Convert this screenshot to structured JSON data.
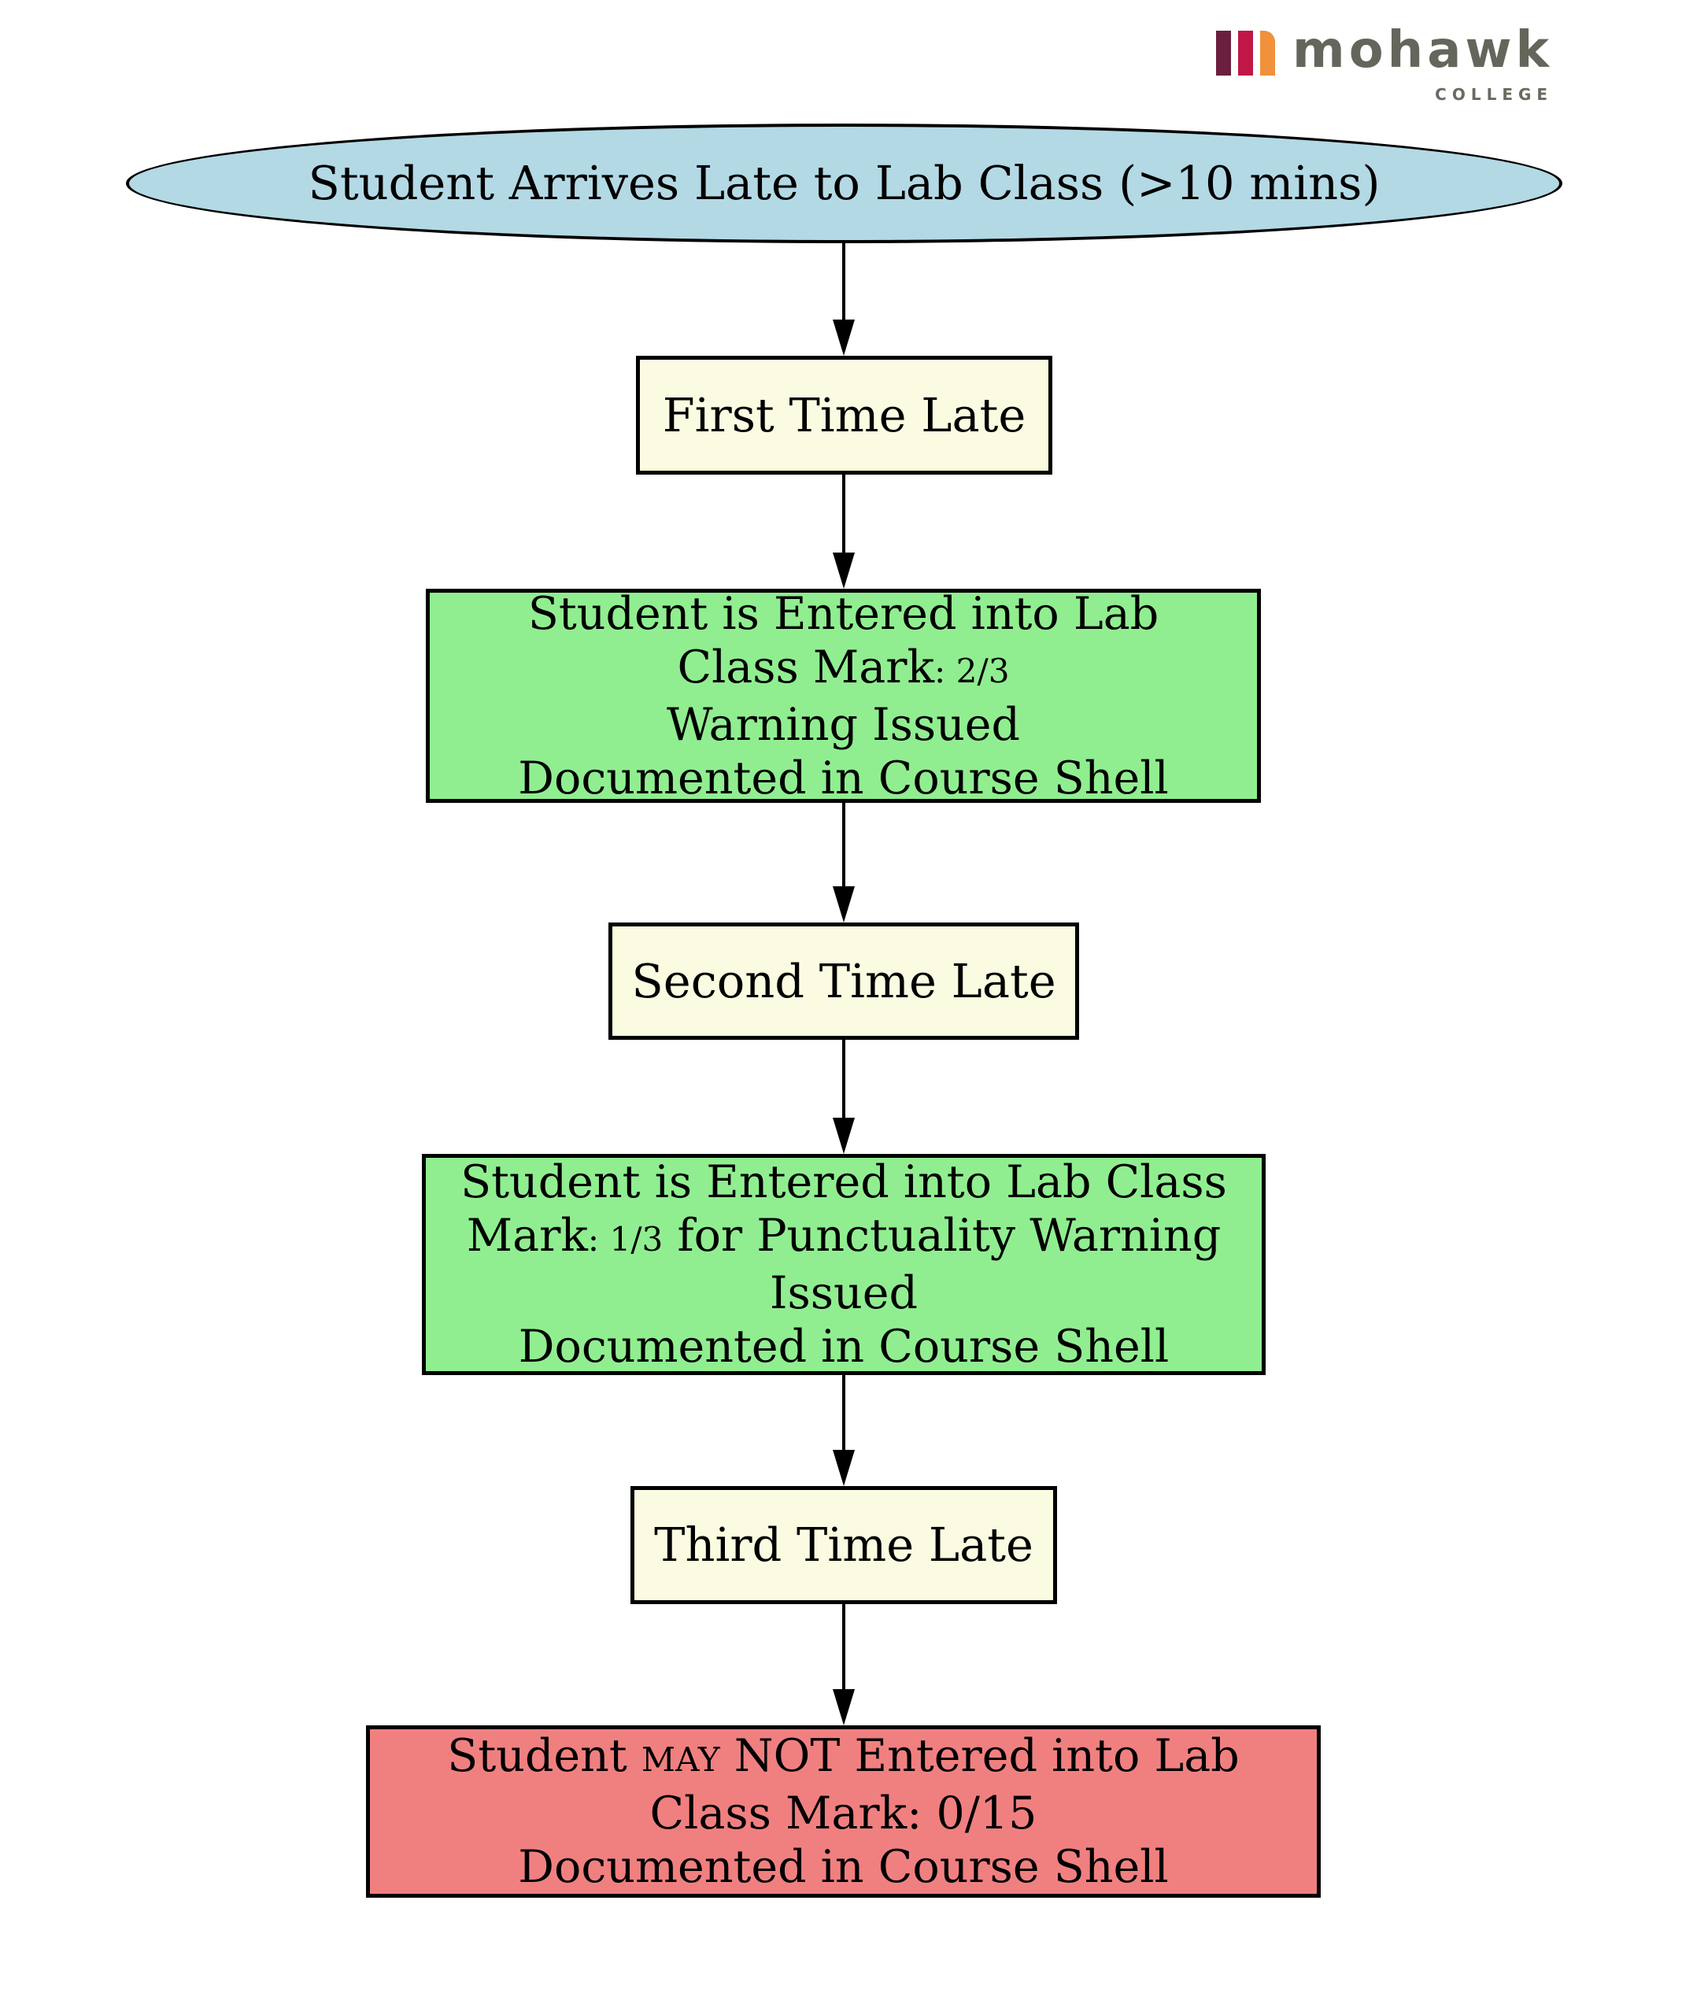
{
  "logo": {
    "brand": "mohawk",
    "subtitle": "COLLEGE",
    "bar_colors": [
      "#6B1E3E",
      "#C01747",
      "#F0913B"
    ],
    "brand_color": "#64665B",
    "subtitle_color": "#696B5F"
  },
  "colors": {
    "start_fill": "#B3D9E5",
    "step_fill": "#FBFBE1",
    "action_fill": "#90EE90",
    "terminal_fill": "#F08080",
    "border": "#000000",
    "arrow": "#000000",
    "text": "#000000"
  },
  "nodes": [
    {
      "id": "start",
      "shape": "ellipse",
      "role": "start",
      "lines": [
        [
          {
            "text": "Student Arrives Late to Lab Class (>10 mins)"
          }
        ]
      ]
    },
    {
      "id": "first-late",
      "shape": "rect",
      "role": "step",
      "lines": [
        [
          {
            "text": "First Time Late"
          }
        ]
      ]
    },
    {
      "id": "first-outcome",
      "shape": "rect",
      "role": "action",
      "lines": [
        [
          {
            "text": "Student is Entered into Lab"
          }
        ],
        [
          {
            "text": "Class Mark"
          },
          {
            "text": ": 2/3",
            "small": true
          }
        ],
        [
          {
            "text": "Warning Issued"
          }
        ],
        [
          {
            "text": "Documented in Course Shell"
          }
        ]
      ]
    },
    {
      "id": "second-late",
      "shape": "rect",
      "role": "step",
      "lines": [
        [
          {
            "text": "Second Time Late"
          }
        ]
      ]
    },
    {
      "id": "second-outcome",
      "shape": "rect",
      "role": "action",
      "lines": [
        [
          {
            "text": "Student is Entered into Lab Class"
          }
        ],
        [
          {
            "text": "Mark"
          },
          {
            "text": ": 1/3",
            "small": true
          },
          {
            "text": " for Punctuality Warning"
          }
        ],
        [
          {
            "text": "Issued"
          }
        ],
        [
          {
            "text": "Documented in Course Shell"
          }
        ]
      ]
    },
    {
      "id": "third-late",
      "shape": "rect",
      "role": "step",
      "lines": [
        [
          {
            "text": "Third Time Late"
          }
        ]
      ]
    },
    {
      "id": "third-outcome",
      "shape": "rect",
      "role": "terminal",
      "lines": [
        [
          {
            "text": "Student "
          },
          {
            "text": "MAY",
            "small": true
          },
          {
            "text": " NOT Entered into Lab"
          }
        ],
        [
          {
            "text": "Class Mark: 0/15"
          }
        ],
        [
          {
            "text": "Documented in Course Shell"
          }
        ]
      ]
    }
  ],
  "edges": [
    {
      "from": "start",
      "to": "first-late"
    },
    {
      "from": "first-late",
      "to": "first-outcome"
    },
    {
      "from": "first-outcome",
      "to": "second-late"
    },
    {
      "from": "second-late",
      "to": "second-outcome"
    },
    {
      "from": "second-outcome",
      "to": "third-late"
    },
    {
      "from": "third-late",
      "to": "third-outcome"
    }
  ]
}
